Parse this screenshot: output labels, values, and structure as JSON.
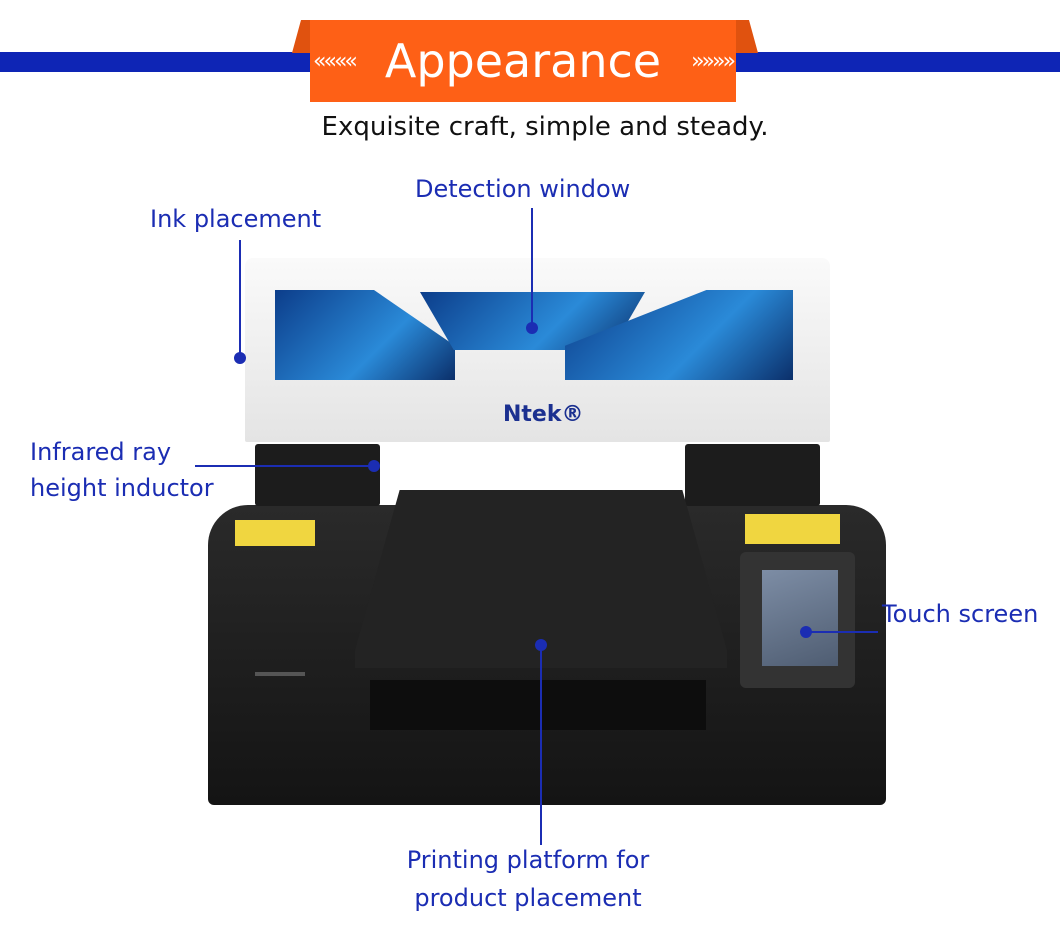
{
  "header": {
    "title": "Appearance",
    "left_chevrons": "««««",
    "right_chevrons": "»»»»",
    "subtitle": "Exquisite craft, simple and steady."
  },
  "product": {
    "brand_logo": "Ntek®"
  },
  "callouts": {
    "detection_window": "Detection window",
    "ink_placement": "Ink placement",
    "infrared_line1": "Infrared ray",
    "infrared_line2": "height inductor",
    "touch_screen": "Touch screen",
    "platform_line1": "Printing platform for",
    "platform_line2": "product placement"
  },
  "colors": {
    "accent_orange": "#fe6016",
    "accent_blue": "#0e25b5",
    "label_blue": "#1b2db3"
  }
}
